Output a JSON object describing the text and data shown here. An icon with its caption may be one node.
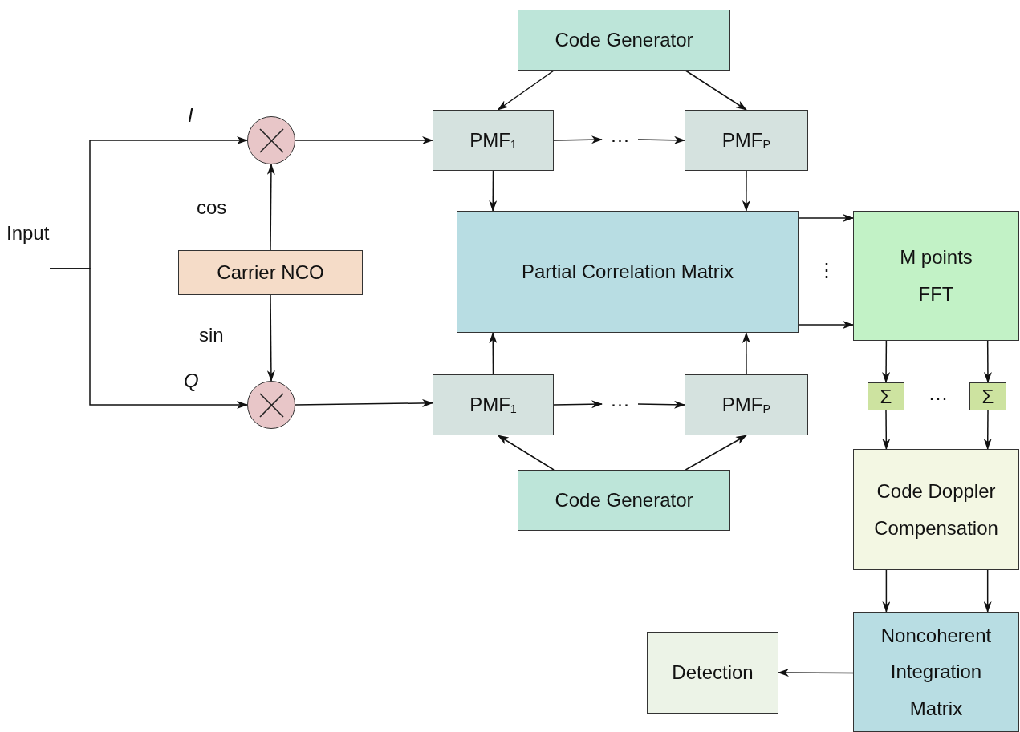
{
  "diagram": {
    "nodes": [
      {
        "text": [
          "Code Generator"
        ]
      },
      {
        "text": [],
        "shape": "circle"
      },
      {
        "text": [
          "PMF$_{1}$"
        ]
      },
      {
        "text": [
          "···"
        ]
      },
      {
        "text": [
          "PMF$_{P}$"
        ]
      },
      {
        "text": [
          "Carrier NCO"
        ]
      },
      {
        "text": [
          "Partial Correlation Matrix"
        ]
      },
      {
        "text": [
          "M points",
          "FFT"
        ]
      },
      {
        "text": [],
        "shape": "circle"
      },
      {
        "text": [
          "PMF$_{1}$"
        ]
      },
      {
        "text": [
          "···"
        ]
      },
      {
        "text": [
          "PMF$_{P}$"
        ]
      },
      {
        "text": [
          "Σ"
        ]
      },
      {
        "text": [
          "Σ"
        ]
      },
      {
        "text": [
          "Code Generator"
        ]
      },
      {
        "text": [
          "Code Doppler Compensation"
        ]
      },
      {
        "text": [
          "Detection"
        ]
      },
      {
        "text": [
          "Noncoherent Integration Matrix"
        ]
      }
    ],
    "edges": [
      {
        "from": null,
        "to": 1,
        "arrow": "to"
      },
      {
        "from": null,
        "to": 8,
        "arrow": "to"
      },
      {
        "from": 5,
        "to": 1,
        "arrow": "to"
      },
      {
        "from": 5,
        "to": 8,
        "arrow": "to"
      },
      {
        "from": 1,
        "to": 2,
        "arrow": "to"
      },
      {
        "from": 8,
        "to": 9,
        "arrow": "to"
      },
      {
        "from": 0,
        "to": 2,
        "arrow": "to"
      },
      {
        "from": 0,
        "to": 4,
        "arrow": "to"
      },
      {
        "from": 2,
        "to": 3,
        "arrow": "to"
      },
      {
        "from": 3,
        "to": 4,
        "arrow": "to"
      },
      {
        "from": 2,
        "to": 6,
        "arrow": "to"
      },
      {
        "from": 4,
        "to": 6,
        "arrow": "to"
      },
      {
        "from": 9,
        "to": 6,
        "arrow": "to"
      },
      {
        "from": 11,
        "to": 6,
        "arrow": "to"
      },
      {
        "from": 9,
        "to": 10,
        "arrow": "to"
      },
      {
        "from": 10,
        "to": 11,
        "arrow": "to"
      },
      {
        "from": 14,
        "to": 9,
        "arrow": "to"
      },
      {
        "from": 14,
        "to": 11,
        "arrow": "to"
      },
      {
        "from": 6,
        "to": 7,
        "arrow": "to"
      },
      {
        "from": 6,
        "to": 7,
        "arrow": "to"
      },
      {
        "from": 7,
        "to": 12,
        "arrow": "to"
      },
      {
        "from": 7,
        "to": 13,
        "arrow": "to"
      },
      {
        "from": 12,
        "to": 15,
        "arrow": "to"
      },
      {
        "from": 13,
        "to": 15,
        "arrow": "to"
      },
      {
        "from": 15,
        "to": 17,
        "arrow": "to"
      },
      {
        "from": 15,
        "to": 17,
        "arrow": "to"
      },
      {
        "from": 17,
        "to": 16,
        "arrow": "to"
      }
    ],
    "labels": [
      "Input",
      "I",
      "cos",
      "sin",
      "Q",
      "⋮",
      "···"
    ]
  }
}
